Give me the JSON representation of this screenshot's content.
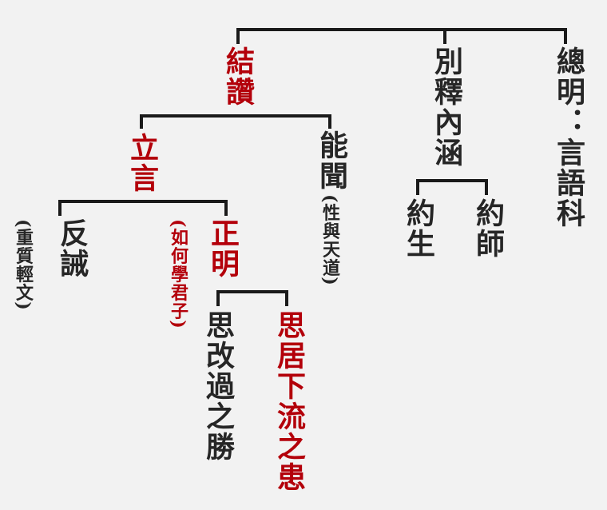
{
  "nodes": {
    "jiezan": "結讚",
    "biehan": "別釋內涵",
    "zongming": "總明：言語科",
    "liyan": "立言",
    "nengwen": "能聞",
    "nengwen_note": "(性與天道)",
    "yuesheng": "約生",
    "yueshi": "約師",
    "fanjie": "反誡",
    "fanjie_note": "(重質輕文)",
    "zhengming_note": "(如何學君子)",
    "zhengming": "正明",
    "sigai": "思改過之勝",
    "siju": "思居下流之患"
  },
  "colors": {
    "emphasis": "#b3000a",
    "text": "#262626",
    "line": "#1a1a1a",
    "background": "#f2f2f2"
  }
}
